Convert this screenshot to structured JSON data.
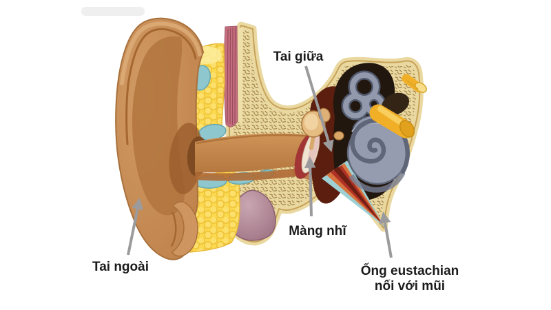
{
  "figure": {
    "type": "anatomical-diagram",
    "subject": "human ear cross-section",
    "language": "Vietnamese"
  },
  "labels": {
    "middle_ear": "Tai giữa",
    "eardrum": "Màng nhĩ",
    "outer_ear": "Tai ngoài",
    "eustachian_line1": "Ống eustachian",
    "eustachian_line2": "nối với mũi"
  },
  "colors": {
    "background": "#ffffff",
    "skin": "#CE9560",
    "skin_shadow": "#A8703B",
    "cartilage_yellow": "#FBD94E",
    "cartilage_blue": "#8EC7CD",
    "bone_cream": "#EAD8A1",
    "bone_speckle": "#A2854A",
    "muscle_pink": "#C5707E",
    "cavity_maroon": "#5C1E0E",
    "labyrinth_gray": "#959CB0",
    "nerve_yellow": "#F1AF27",
    "eardrum_rim_red": "#A23635",
    "eustachian_red": "#B03226",
    "eustachian_teal": "#9ED0D4",
    "label_text": "#1B1B1B",
    "leader_gray": "#9B9B9D"
  }
}
